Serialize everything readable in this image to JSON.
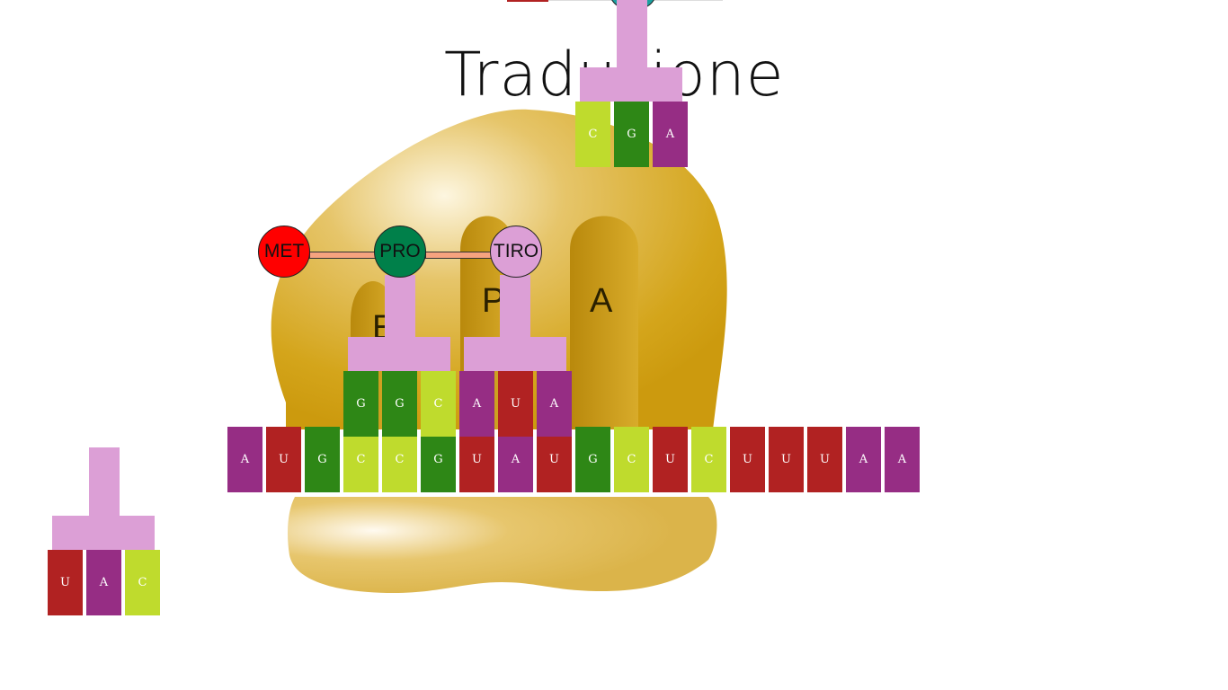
{
  "title": "Traduzione",
  "ribosome_sites": {
    "e": "E",
    "p": "P",
    "a": "A"
  },
  "colors": {
    "A": "#962d84",
    "U": "#b12222",
    "G": "#2e8716",
    "C": "#bfdb2d",
    "trna": "#dc9fd6",
    "bond": "#f6a37f",
    "ribosome": "#d9ad2e"
  },
  "mrna": [
    "A",
    "U",
    "G",
    "C",
    "C",
    "G",
    "U",
    "A",
    "U",
    "G",
    "C",
    "U",
    "C",
    "U",
    "U",
    "U",
    "A",
    "A"
  ],
  "trna_e_site": {
    "anticodon": [
      "G",
      "G",
      "C"
    ]
  },
  "trna_p_site": {
    "anticodon": [
      "A",
      "U",
      "A"
    ]
  },
  "trna_incoming": {
    "anticodon": [
      "C",
      "G",
      "A"
    ]
  },
  "trna_free": {
    "anticodon": [
      "U",
      "A",
      "C"
    ]
  },
  "amino_acids": [
    {
      "label": "MET",
      "color": "#ff0000"
    },
    {
      "label": "PRO",
      "color": "#00804a"
    },
    {
      "label": "TIRO",
      "color": "#dc9fd6"
    }
  ]
}
